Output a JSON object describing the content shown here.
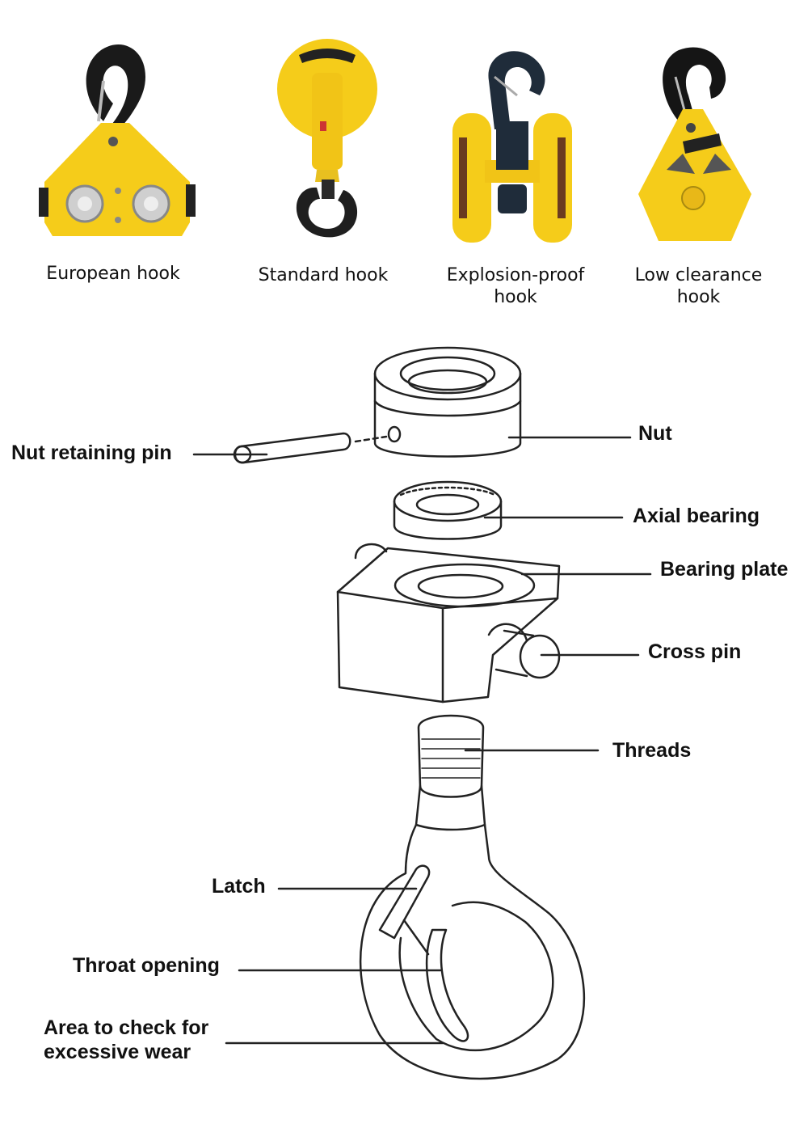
{
  "hook_types": [
    {
      "caption": "European hook"
    },
    {
      "caption": "Standard hook"
    },
    {
      "caption": "Explosion-proof hook"
    },
    {
      "caption": "Low clearance hook"
    }
  ],
  "diagram": {
    "parts": [
      {
        "id": "nut",
        "label": "Nut"
      },
      {
        "id": "nut_retaining_pin",
        "label": "Nut retaining pin"
      },
      {
        "id": "axial_bearing",
        "label": "Axial bearing"
      },
      {
        "id": "bearing_plate",
        "label": "Bearing plate"
      },
      {
        "id": "cross_pin",
        "label": "Cross pin"
      },
      {
        "id": "threads",
        "label": "Threads"
      },
      {
        "id": "latch",
        "label": "Latch"
      },
      {
        "id": "throat_opening",
        "label": "Throat opening"
      },
      {
        "id": "wear_area",
        "label": "Area to check for excessive wear"
      }
    ]
  },
  "colors": {
    "body_yellow": "#f5cc1a",
    "hook_black": "#1a1a1a",
    "line": "#222222"
  }
}
